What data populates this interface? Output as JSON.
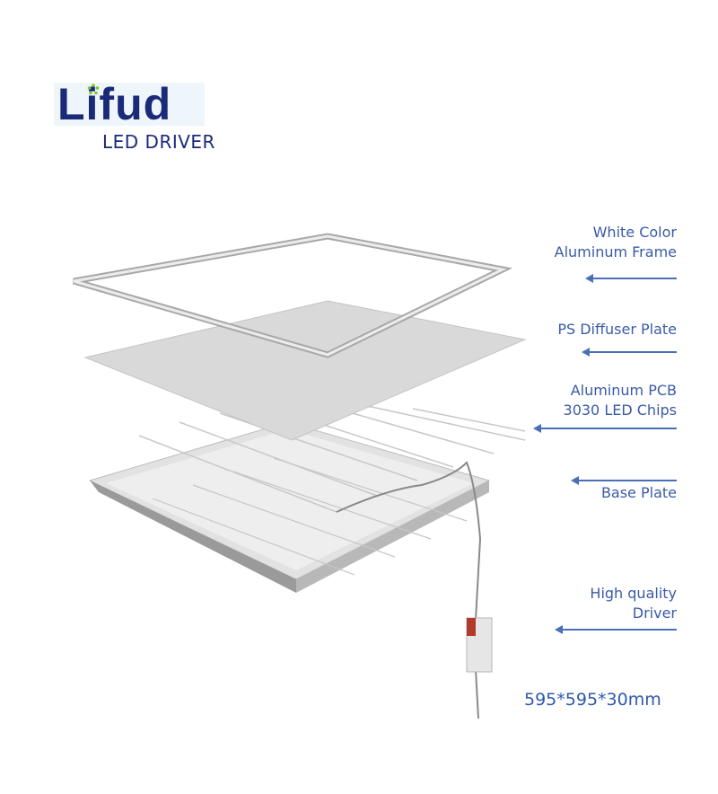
{
  "logo": {
    "brand": "Lifud",
    "subtitle": "LED DRIVER",
    "brand_color": "#1b2a78",
    "accent_color": "#7cc832"
  },
  "components": [
    {
      "id": "frame",
      "lines": [
        "White Color",
        "Aluminum Frame"
      ]
    },
    {
      "id": "diffuser",
      "lines": [
        "PS Diffuser Plate"
      ]
    },
    {
      "id": "pcb",
      "lines": [
        "Aluminum PCB",
        "3030 LED Chips"
      ]
    },
    {
      "id": "base",
      "lines": [
        "Base Plate"
      ]
    },
    {
      "id": "driver",
      "lines": [
        "High quality",
        "Driver"
      ]
    }
  ],
  "dimensions": "595*595*30mm",
  "label_color": "#3a5ba6"
}
